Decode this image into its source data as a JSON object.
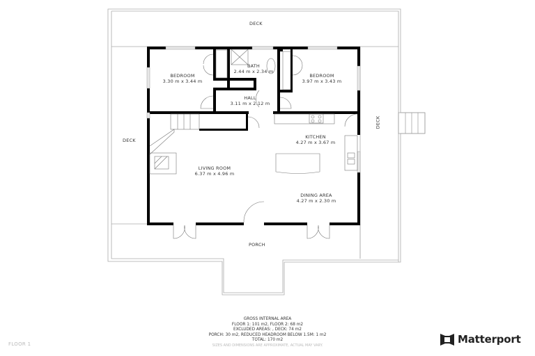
{
  "floor_label": "FLOOR 1",
  "rooms": [
    {
      "name": "BEDROOM",
      "dims": "3.30 m x 3.44 m"
    },
    {
      "name": "BATH",
      "dims": "2.44 m x 2.34 m"
    },
    {
      "name": "BEDROOM",
      "dims": "3.97 m x 3.43 m"
    },
    {
      "name": "HALL",
      "dims": "3.11 m x 2.12 m"
    },
    {
      "name": "KITCHEN",
      "dims": "4.27 m x 3.67 m"
    },
    {
      "name": "LIVING ROOM",
      "dims": "6.37 m x 4.96 m"
    },
    {
      "name": "DINING AREA",
      "dims": "4.27 m x 2.30 m"
    }
  ],
  "outdoor": {
    "deck_top": "DECK",
    "deck_left": "DECK",
    "deck_right": "DECK",
    "porch": "PORCH"
  },
  "area_summary": {
    "title": "GROSS INTERNAL AREA",
    "line1": "FLOOR 1: 101 m2, FLOOR 2: 68 m2",
    "line2": "EXCLUDED AREAS: , DECK: 74 m2",
    "line3": "PORCH: 30 m2, REDUCED HEADROOM BELOW 1.5M: 1 m2",
    "line4": "TOTAL: 170 m2",
    "disclaimer": "SIZES AND DIMENSIONS ARE APPROXIMATE, ACTUAL MAY VARY."
  },
  "brand": {
    "name": "Matterport",
    "icon": "matterport-logo-icon"
  }
}
